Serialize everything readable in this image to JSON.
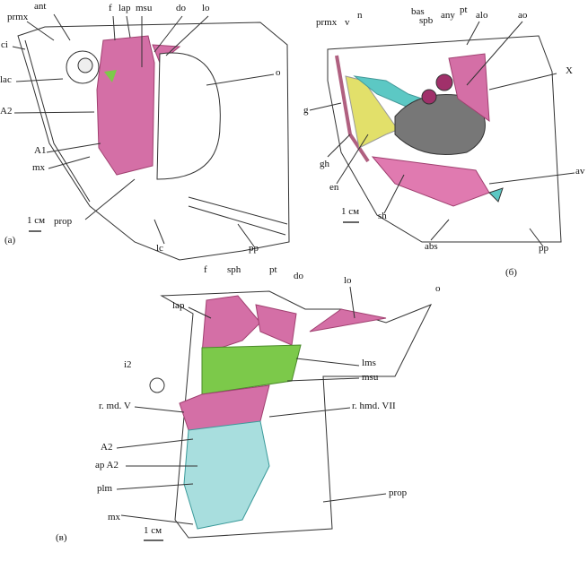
{
  "panel_a": {
    "caption": "(a)",
    "scale": "1 см",
    "labels": {
      "ant": "ant",
      "prmx": "prmx",
      "ci": "ci",
      "lac": "lac",
      "A2": "A2",
      "A1": "A1",
      "mx": "mx",
      "f": "f",
      "lap": "lap",
      "msu": "msu",
      "do": "do",
      "lo": "lo",
      "o": "o",
      "prop": "prop",
      "lc": "lc",
      "pp": "pp"
    }
  },
  "panel_b": {
    "caption": "(б)",
    "scale": "1 см",
    "labels": {
      "prmx": "prmx",
      "v": "v",
      "n": "n",
      "bas": "bas",
      "spb": "spb",
      "any": "any",
      "pt": "pt",
      "alo": "alo",
      "ao": "ao",
      "X": "X",
      "g": "g",
      "gh": "gh",
      "en": "en",
      "sh": "sh",
      "av": "av",
      "abs": "abs",
      "pp": "pp"
    }
  },
  "panel_c": {
    "caption": "(в)",
    "scale": "1 см",
    "labels": {
      "f": "f",
      "sph": "sph",
      "pt": "pt",
      "do": "do",
      "lo": "lo",
      "o": "o",
      "lap": "lap",
      "lms": "lms",
      "msu": "msu",
      "i2": "i2",
      "rmdV": "r. md. V",
      "rhmdVII": "r. hmd. VII",
      "A2": "A2",
      "apA2": "ap A2",
      "plm": "plm",
      "mx": "mx",
      "prop": "prop"
    }
  },
  "colors": {
    "muscle": "#d46fa6",
    "ligament": "#5cc8c4",
    "green": "#7cc94a",
    "yellow": "#e2e06a",
    "bone": "#ffffff"
  }
}
